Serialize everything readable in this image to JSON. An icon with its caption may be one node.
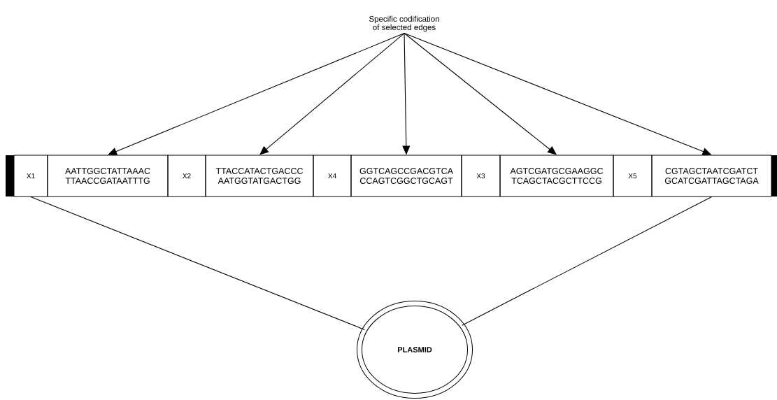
{
  "diagram": {
    "nodes": [
      {
        "text": [
          "Specific codification of selected edges"
        ]
      },
      {
        "text": [
          "X1"
        ]
      },
      {
        "text": [
          "AATTGGCTATTAAAC",
          "TTAACCGATAATTTG"
        ]
      },
      {
        "text": [
          "X2"
        ]
      },
      {
        "text": [
          "TTACCATACTGACCC",
          "AATGGTATGACTGG"
        ]
      },
      {
        "text": [
          "X4"
        ]
      },
      {
        "text": [
          "GGTCAGCCGACGTCA",
          "CCAGTCGGCTGCAGT"
        ]
      },
      {
        "text": [
          "X3"
        ]
      },
      {
        "text": [
          "AGTCGATGCGAAGGC",
          "TCAGCTACGCTTCCG"
        ]
      },
      {
        "text": [
          "X5"
        ]
      },
      {
        "text": [
          "CGTAGCTAATCGATCT",
          "GCATCGATTAGCTAGA"
        ]
      },
      {
        "text": [
          "PLASMID"
        ]
      }
    ],
    "edges": [
      {
        "from": 0,
        "to": 2,
        "arrow": "to"
      },
      {
        "from": 0,
        "to": 4,
        "arrow": "to"
      },
      {
        "from": 0,
        "to": 6,
        "arrow": "to"
      },
      {
        "from": 0,
        "to": 8,
        "arrow": "to"
      },
      {
        "from": 0,
        "to": 10,
        "arrow": "to"
      },
      {
        "from": 1,
        "to": 11,
        "arrow": "none"
      },
      {
        "from": 10,
        "to": 11,
        "arrow": "none"
      }
    ]
  }
}
